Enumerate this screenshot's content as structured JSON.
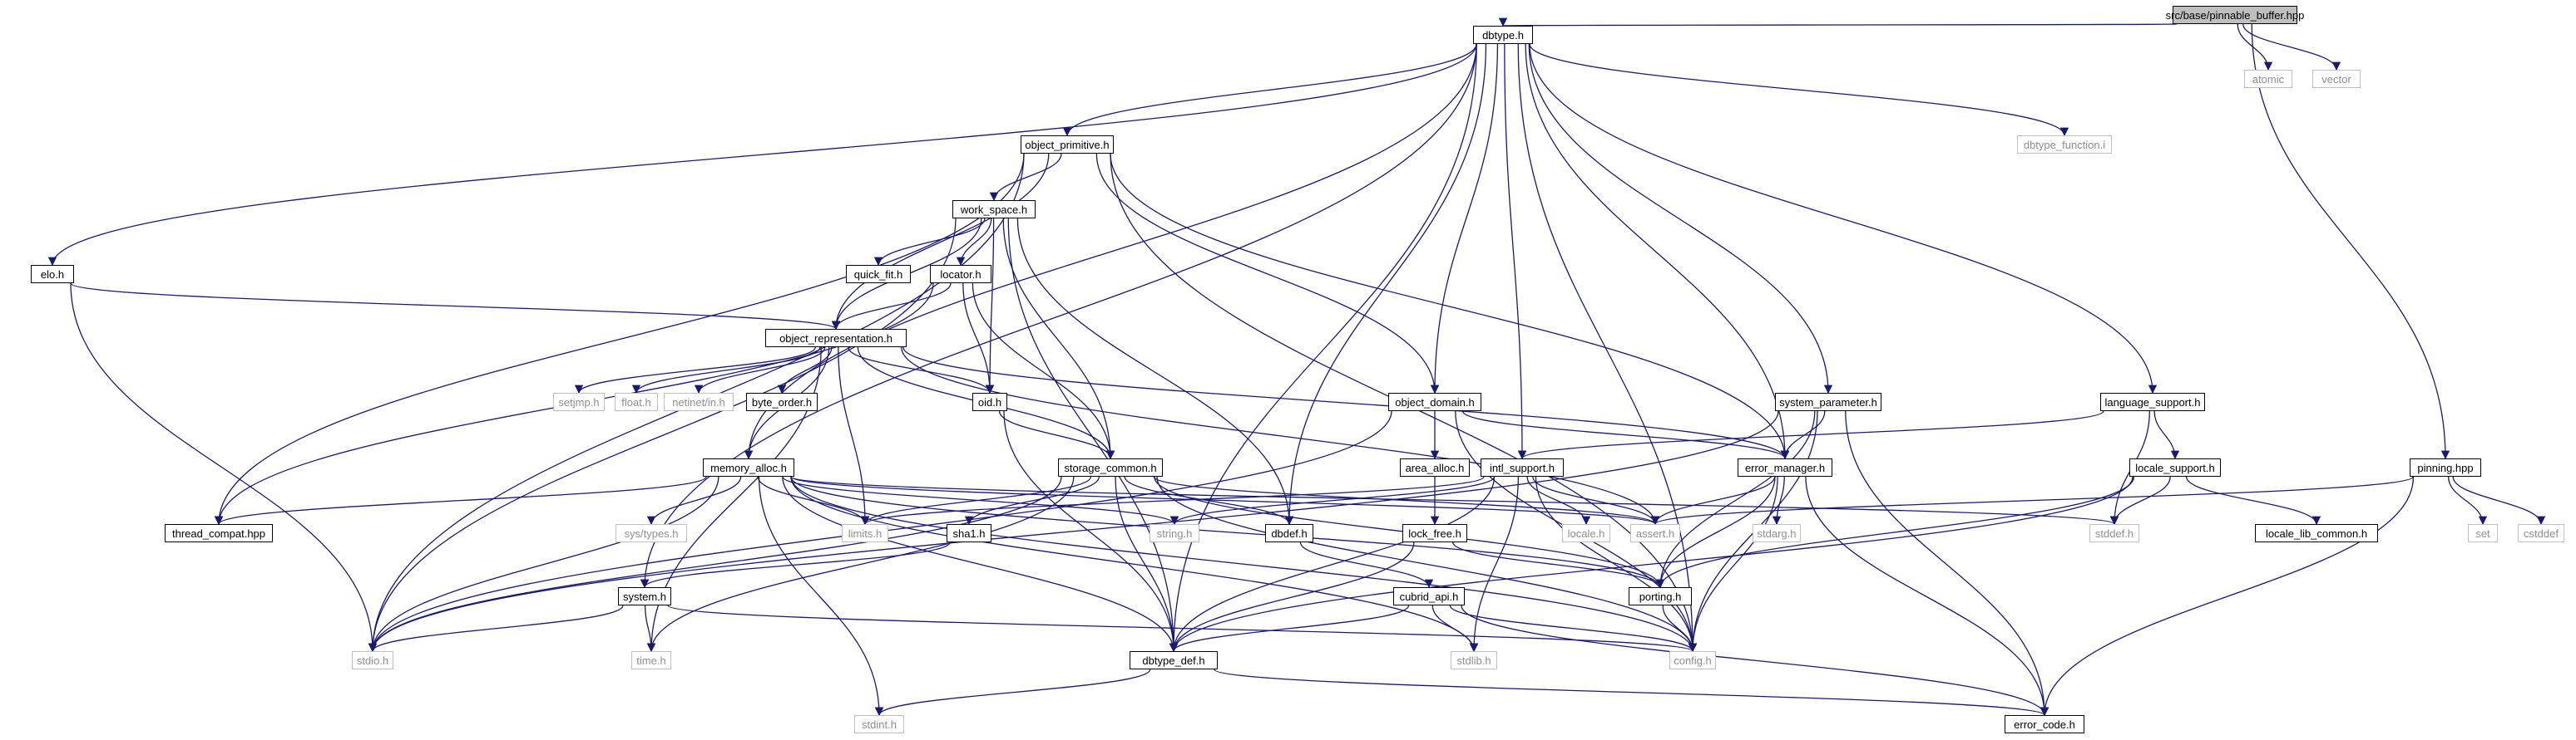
{
  "colors": {
    "edge": "#191970",
    "node_border": "#000000",
    "external_border": "#bfbfbf",
    "external_text": "#8f8f8f",
    "root_fill": "#bfbfbf",
    "background": "#ffffff"
  },
  "nodes": [
    {
      "id": "pinnable_buffer",
      "label": "src/base/pinnable_buffer.hpp",
      "kind": "root"
    },
    {
      "id": "dbtype",
      "label": "dbtype.h",
      "kind": "internal"
    },
    {
      "id": "atomic",
      "label": "atomic",
      "kind": "external"
    },
    {
      "id": "vector",
      "label": "vector",
      "kind": "external"
    },
    {
      "id": "object_primitive",
      "label": "object_primitive.h",
      "kind": "internal"
    },
    {
      "id": "dbtype_function",
      "label": "dbtype_function.i",
      "kind": "external"
    },
    {
      "id": "work_space",
      "label": "work_space.h",
      "kind": "internal"
    },
    {
      "id": "elo",
      "label": "elo.h",
      "kind": "internal"
    },
    {
      "id": "quick_fit",
      "label": "quick_fit.h",
      "kind": "internal"
    },
    {
      "id": "locator",
      "label": "locator.h",
      "kind": "internal"
    },
    {
      "id": "object_representation",
      "label": "object_representation.h",
      "kind": "internal"
    },
    {
      "id": "setjmp",
      "label": "setjmp.h",
      "kind": "external"
    },
    {
      "id": "float",
      "label": "float.h",
      "kind": "external"
    },
    {
      "id": "netinet",
      "label": "netinet/in.h",
      "kind": "external"
    },
    {
      "id": "byte_order",
      "label": "byte_order.h",
      "kind": "internal"
    },
    {
      "id": "oid",
      "label": "oid.h",
      "kind": "internal"
    },
    {
      "id": "object_domain",
      "label": "object_domain.h",
      "kind": "internal"
    },
    {
      "id": "system_parameter",
      "label": "system_parameter.h",
      "kind": "internal"
    },
    {
      "id": "language_support",
      "label": "language_support.h",
      "kind": "internal"
    },
    {
      "id": "pinning",
      "label": "pinning.hpp",
      "kind": "internal"
    },
    {
      "id": "area_alloc",
      "label": "area_alloc.h",
      "kind": "internal"
    },
    {
      "id": "memory_alloc",
      "label": "memory_alloc.h",
      "kind": "internal"
    },
    {
      "id": "storage_common",
      "label": "storage_common.h",
      "kind": "internal"
    },
    {
      "id": "intl_support",
      "label": "intl_support.h",
      "kind": "internal"
    },
    {
      "id": "error_manager",
      "label": "error_manager.h",
      "kind": "internal"
    },
    {
      "id": "locale_support",
      "label": "locale_support.h",
      "kind": "internal"
    },
    {
      "id": "thread_compat",
      "label": "thread_compat.hpp",
      "kind": "internal"
    },
    {
      "id": "sys_types",
      "label": "sys/types.h",
      "kind": "external"
    },
    {
      "id": "limits",
      "label": "limits.h",
      "kind": "external"
    },
    {
      "id": "string",
      "label": "string.h",
      "kind": "external"
    },
    {
      "id": "sha1",
      "label": "sha1.h",
      "kind": "internal"
    },
    {
      "id": "dbdef",
      "label": "dbdef.h",
      "kind": "internal"
    },
    {
      "id": "lock_free",
      "label": "lock_free.h",
      "kind": "internal"
    },
    {
      "id": "locale",
      "label": "locale.h",
      "kind": "external"
    },
    {
      "id": "assert",
      "label": "assert.h",
      "kind": "external"
    },
    {
      "id": "stdarg",
      "label": "stdarg.h",
      "kind": "external"
    },
    {
      "id": "stddef",
      "label": "stddef.h",
      "kind": "external"
    },
    {
      "id": "locale_lib_common",
      "label": "locale_lib_common.h",
      "kind": "internal"
    },
    {
      "id": "set",
      "label": "set",
      "kind": "external"
    },
    {
      "id": "cstddef",
      "label": "cstddef",
      "kind": "external"
    },
    {
      "id": "system",
      "label": "system.h",
      "kind": "internal"
    },
    {
      "id": "cubrid_api",
      "label": "cubrid_api.h",
      "kind": "internal"
    },
    {
      "id": "porting",
      "label": "porting.h",
      "kind": "internal"
    },
    {
      "id": "stdio",
      "label": "stdio.h",
      "kind": "external"
    },
    {
      "id": "time",
      "label": "time.h",
      "kind": "external"
    },
    {
      "id": "dbtype_def",
      "label": "dbtype_def.h",
      "kind": "internal"
    },
    {
      "id": "stdlib",
      "label": "stdlib.h",
      "kind": "external"
    },
    {
      "id": "config",
      "label": "config.h",
      "kind": "external"
    },
    {
      "id": "stdint",
      "label": "stdint.h",
      "kind": "external"
    },
    {
      "id": "error_code",
      "label": "error_code.h",
      "kind": "internal"
    }
  ],
  "edges": [
    [
      "pinnable_buffer",
      "dbtype"
    ],
    [
      "pinnable_buffer",
      "atomic"
    ],
    [
      "pinnable_buffer",
      "vector"
    ],
    [
      "pinnable_buffer",
      "pinning"
    ],
    [
      "dbtype",
      "object_primitive"
    ],
    [
      "dbtype",
      "dbtype_function"
    ],
    [
      "dbtype",
      "elo"
    ],
    [
      "dbtype",
      "memory_alloc"
    ],
    [
      "dbtype",
      "system"
    ],
    [
      "dbtype",
      "dbdef"
    ],
    [
      "dbtype",
      "dbtype_def"
    ],
    [
      "dbtype",
      "object_domain"
    ],
    [
      "dbtype",
      "intl_support"
    ],
    [
      "dbtype",
      "error_manager"
    ],
    [
      "dbtype",
      "system_parameter"
    ],
    [
      "dbtype",
      "language_support"
    ],
    [
      "dbtype",
      "config"
    ],
    [
      "object_primitive",
      "work_space"
    ],
    [
      "object_primitive",
      "object_representation"
    ],
    [
      "object_primitive",
      "thread_compat"
    ],
    [
      "object_primitive",
      "stdio"
    ],
    [
      "object_primitive",
      "object_domain"
    ],
    [
      "object_primitive",
      "error_manager"
    ],
    [
      "object_primitive",
      "config"
    ],
    [
      "work_space",
      "quick_fit"
    ],
    [
      "work_space",
      "locator"
    ],
    [
      "work_space",
      "oid"
    ],
    [
      "work_space",
      "storage_common"
    ],
    [
      "work_space",
      "object_representation"
    ],
    [
      "work_space",
      "dbdef"
    ],
    [
      "work_space",
      "stdio"
    ],
    [
      "work_space",
      "dbtype_def"
    ],
    [
      "elo",
      "object_representation"
    ],
    [
      "elo",
      "stdio"
    ],
    [
      "locator",
      "object_representation"
    ],
    [
      "locator",
      "oid"
    ],
    [
      "locator",
      "storage_common"
    ],
    [
      "locator",
      "thread_compat"
    ],
    [
      "object_representation",
      "setjmp"
    ],
    [
      "object_representation",
      "float"
    ],
    [
      "object_representation",
      "netinet"
    ],
    [
      "object_representation",
      "byte_order"
    ],
    [
      "object_representation",
      "oid"
    ],
    [
      "object_representation",
      "memory_alloc"
    ],
    [
      "object_representation",
      "storage_common"
    ],
    [
      "object_representation",
      "limits"
    ],
    [
      "object_representation",
      "error_manager"
    ],
    [
      "object_representation",
      "assert"
    ],
    [
      "object_representation",
      "time"
    ],
    [
      "oid",
      "storage_common"
    ],
    [
      "oid",
      "dbtype_def"
    ],
    [
      "object_domain",
      "area_alloc"
    ],
    [
      "object_domain",
      "error_manager"
    ],
    [
      "object_domain",
      "config"
    ],
    [
      "object_domain",
      "stdio"
    ],
    [
      "system_parameter",
      "error_manager"
    ],
    [
      "system_parameter",
      "porting"
    ],
    [
      "system_parameter",
      "config"
    ],
    [
      "system_parameter",
      "error_code"
    ],
    [
      "system_parameter",
      "stdio"
    ],
    [
      "language_support",
      "intl_support"
    ],
    [
      "language_support",
      "locale_support"
    ],
    [
      "language_support",
      "stddef"
    ],
    [
      "pinning",
      "assert"
    ],
    [
      "pinning",
      "set"
    ],
    [
      "pinning",
      "cstddef"
    ],
    [
      "pinning",
      "error_code"
    ],
    [
      "area_alloc",
      "lock_free"
    ],
    [
      "memory_alloc",
      "thread_compat"
    ],
    [
      "memory_alloc",
      "sys_types"
    ],
    [
      "memory_alloc",
      "limits"
    ],
    [
      "memory_alloc",
      "string"
    ],
    [
      "memory_alloc",
      "assert"
    ],
    [
      "memory_alloc",
      "stddef"
    ],
    [
      "memory_alloc",
      "stdio"
    ],
    [
      "memory_alloc",
      "dbtype_def"
    ],
    [
      "memory_alloc",
      "stdlib"
    ],
    [
      "memory_alloc",
      "stdint"
    ],
    [
      "memory_alloc",
      "porting"
    ],
    [
      "memory_alloc",
      "config"
    ],
    [
      "storage_common",
      "limits"
    ],
    [
      "storage_common",
      "sha1"
    ],
    [
      "storage_common",
      "dbdef"
    ],
    [
      "storage_common",
      "dbtype_def"
    ],
    [
      "storage_common",
      "stdio"
    ],
    [
      "storage_common",
      "time"
    ],
    [
      "storage_common",
      "config"
    ],
    [
      "storage_common",
      "assert"
    ],
    [
      "storage_common",
      "porting"
    ],
    [
      "intl_support",
      "locale"
    ],
    [
      "intl_support",
      "assert"
    ],
    [
      "intl_support",
      "limits"
    ],
    [
      "intl_support",
      "stdlib"
    ],
    [
      "intl_support",
      "dbtype_def"
    ],
    [
      "intl_support",
      "config"
    ],
    [
      "intl_support",
      "string"
    ],
    [
      "error_manager",
      "assert"
    ],
    [
      "error_manager",
      "stdarg"
    ],
    [
      "error_manager",
      "config"
    ],
    [
      "error_manager",
      "error_code"
    ],
    [
      "error_manager",
      "porting"
    ],
    [
      "locale_support",
      "stddef"
    ],
    [
      "locale_support",
      "locale_lib_common"
    ],
    [
      "locale_support",
      "porting"
    ],
    [
      "locale_support",
      "dbtype_def"
    ],
    [
      "sha1",
      "system"
    ],
    [
      "dbdef",
      "cubrid_api"
    ],
    [
      "lock_free",
      "porting"
    ],
    [
      "lock_free",
      "dbtype_def"
    ],
    [
      "system",
      "stdio"
    ],
    [
      "system",
      "time"
    ],
    [
      "system",
      "config"
    ],
    [
      "cubrid_api",
      "dbtype_def"
    ],
    [
      "cubrid_api",
      "stdlib"
    ],
    [
      "cubrid_api",
      "config"
    ],
    [
      "cubrid_api",
      "error_code"
    ],
    [
      "porting",
      "config"
    ],
    [
      "dbtype_def",
      "stdint"
    ],
    [
      "dbtype_def",
      "error_code"
    ]
  ]
}
